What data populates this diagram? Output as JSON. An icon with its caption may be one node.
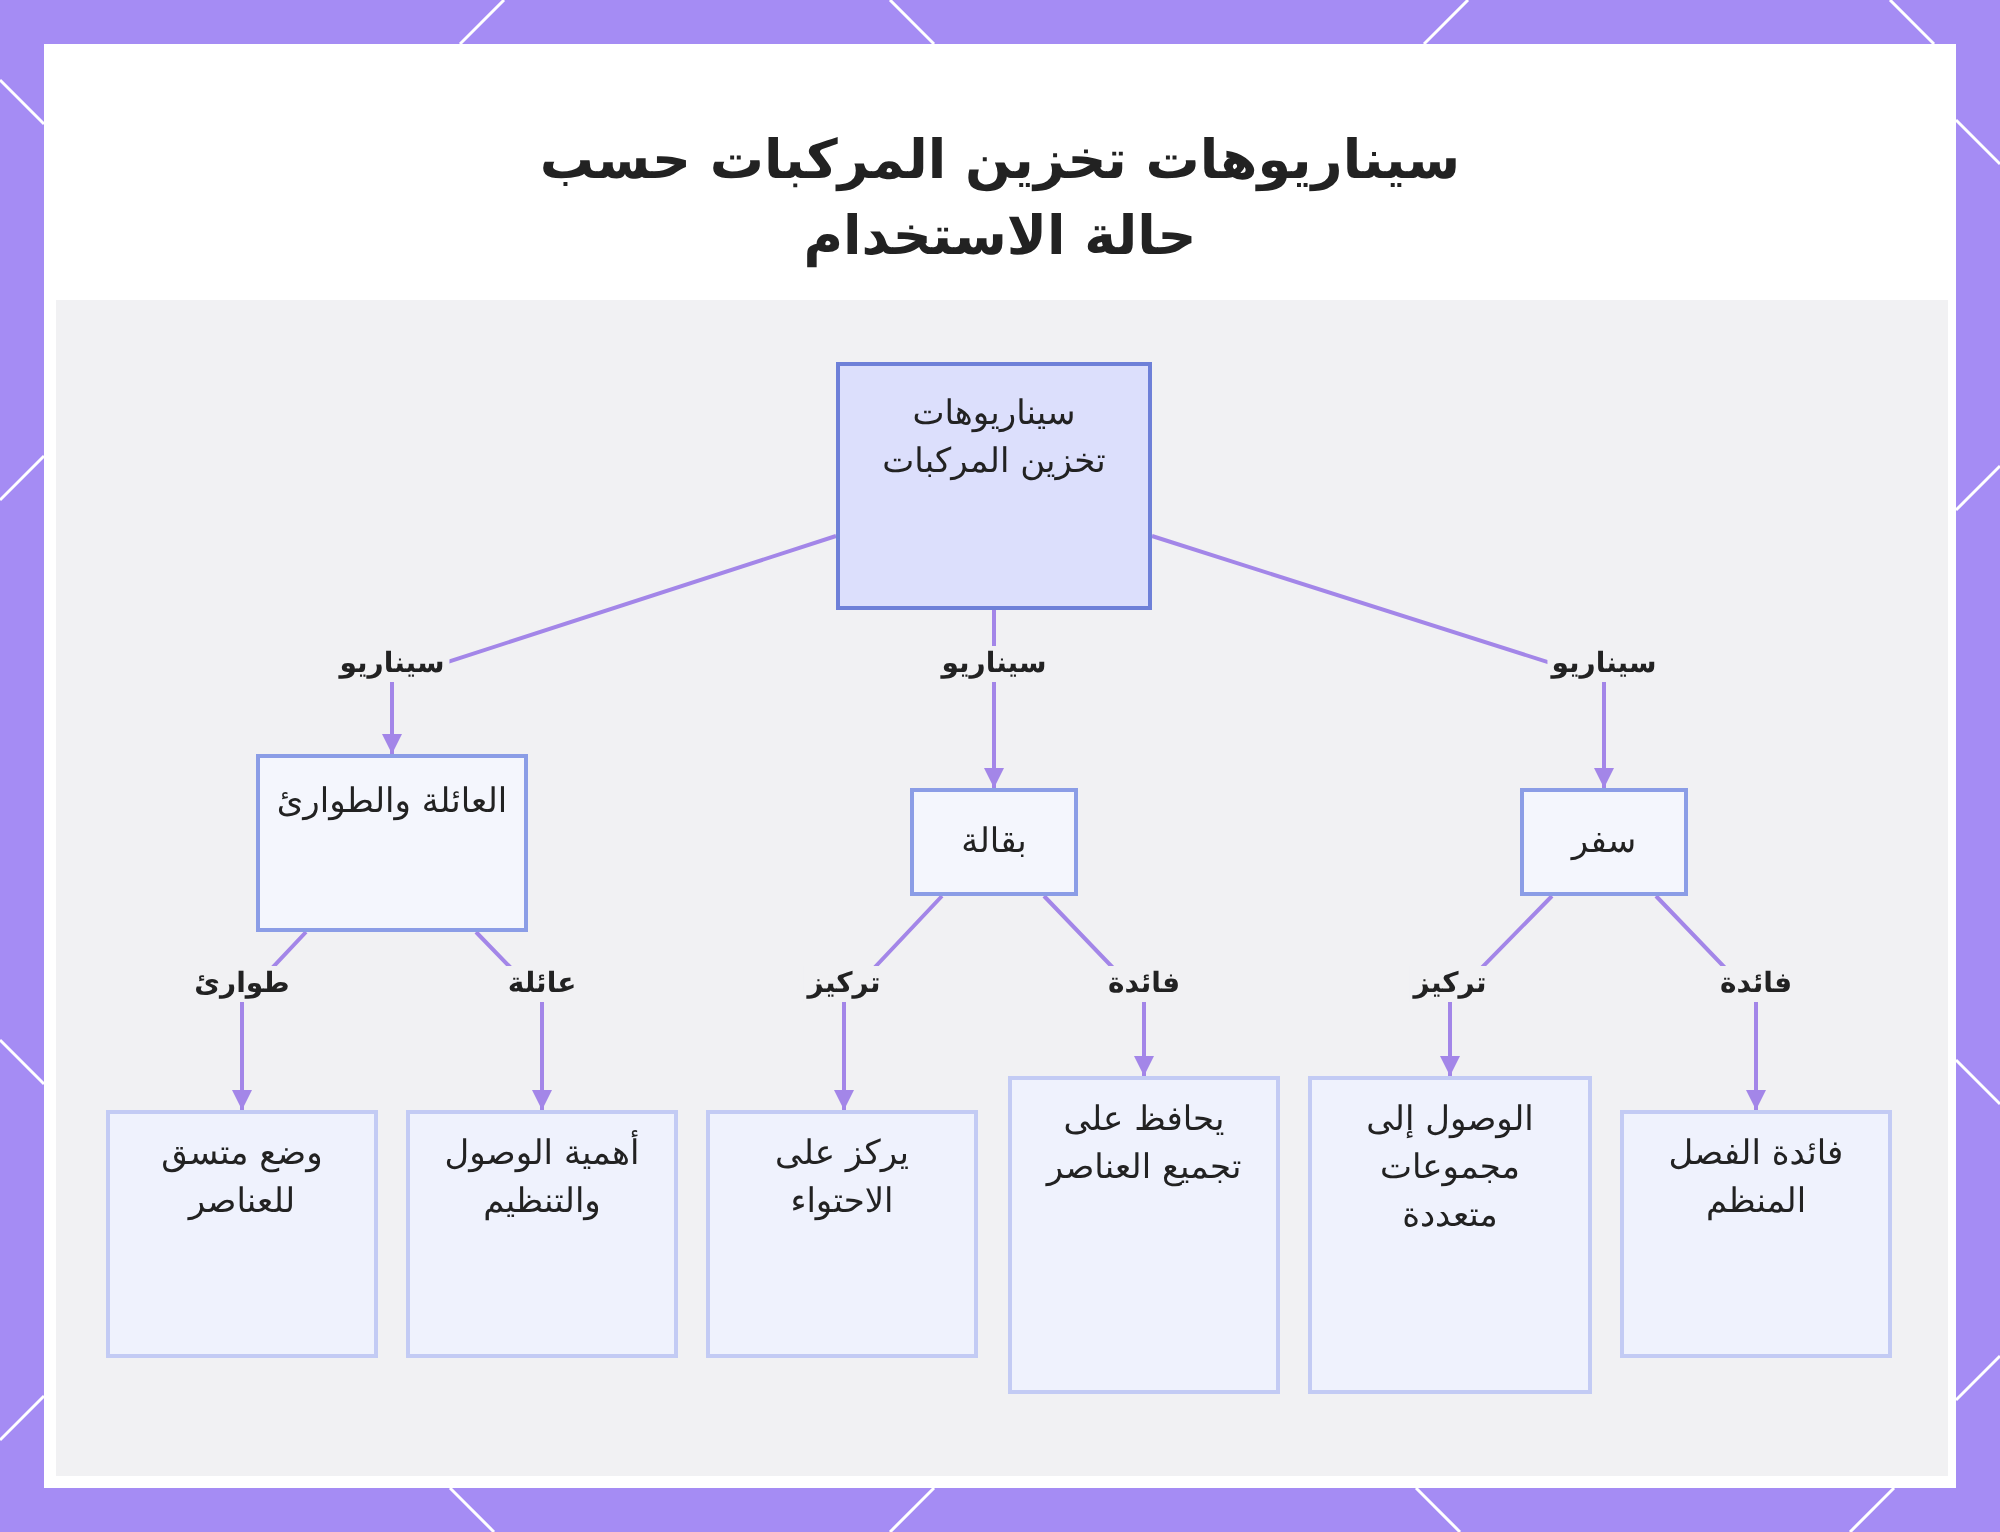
{
  "diagram": {
    "title": "سيناريوهات تخزين المركبات حسب حالة الاستخدام",
    "nodes": [
      {
        "text": [
          "سيناريوهات تخزين المركبات"
        ]
      },
      {
        "text": [
          "العائلة والطوارئ"
        ]
      },
      {
        "text": [
          "بقالة"
        ]
      },
      {
        "text": [
          "سفر"
        ]
      },
      {
        "text": [
          "وضع متسق للعناصر"
        ]
      },
      {
        "text": [
          "أهمية الوصول والتنظيم"
        ]
      },
      {
        "text": [
          "يركز على الاحتواء"
        ]
      },
      {
        "text": [
          "يحافظ على تجميع العناصر"
        ]
      },
      {
        "text": [
          "الوصول إلى مجموعات متعددة"
        ]
      },
      {
        "text": [
          "فائدة الفصل المنظم"
        ]
      }
    ],
    "edges": [
      {
        "from": 0,
        "to": 1,
        "arrow": "to",
        "label": "سيناريو"
      },
      {
        "from": 0,
        "to": 2,
        "arrow": "to",
        "label": "سيناريو"
      },
      {
        "from": 0,
        "to": 3,
        "arrow": "to",
        "label": "سيناريو"
      },
      {
        "from": 1,
        "to": 4,
        "arrow": "to",
        "label": "طوارئ"
      },
      {
        "from": 1,
        "to": 5,
        "arrow": "to",
        "label": "عائلة"
      },
      {
        "from": 2,
        "to": 6,
        "arrow": "to",
        "label": "تركيز"
      },
      {
        "from": 2,
        "to": 7,
        "arrow": "to",
        "label": "فائدة"
      },
      {
        "from": 3,
        "to": 8,
        "arrow": "to",
        "label": "تركيز"
      },
      {
        "from": 3,
        "to": 9,
        "arrow": "to",
        "label": "فائدة"
      }
    ]
  }
}
